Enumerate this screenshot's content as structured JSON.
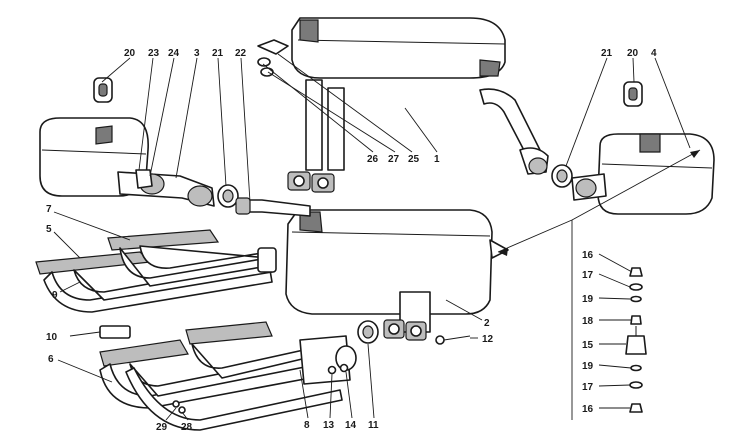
{
  "callouts": {
    "p1": "1",
    "p2": "2",
    "p3": "3",
    "p4": "4",
    "p5": "5",
    "p6": "6",
    "p7": "7",
    "p8": "8",
    "p9": "9",
    "p10": "10",
    "p11": "11",
    "p12": "12",
    "p13": "13",
    "p14": "14",
    "p15": "15",
    "p16a": "16",
    "p16b": "16",
    "p17a": "17",
    "p17b": "17",
    "p18": "18",
    "p19a": "19",
    "p19b": "19",
    "p20a": "20",
    "p20b": "20",
    "p21a": "21",
    "p21b": "21",
    "p22": "22",
    "p23": "23",
    "p24": "24",
    "p25": "25",
    "p26": "26",
    "p27": "27",
    "p28": "28",
    "p29": "29"
  },
  "colors": {
    "line": "#1a1a1a",
    "shade": "#7a7a7a",
    "light": "#bdbdbd",
    "background": "#ffffff"
  }
}
